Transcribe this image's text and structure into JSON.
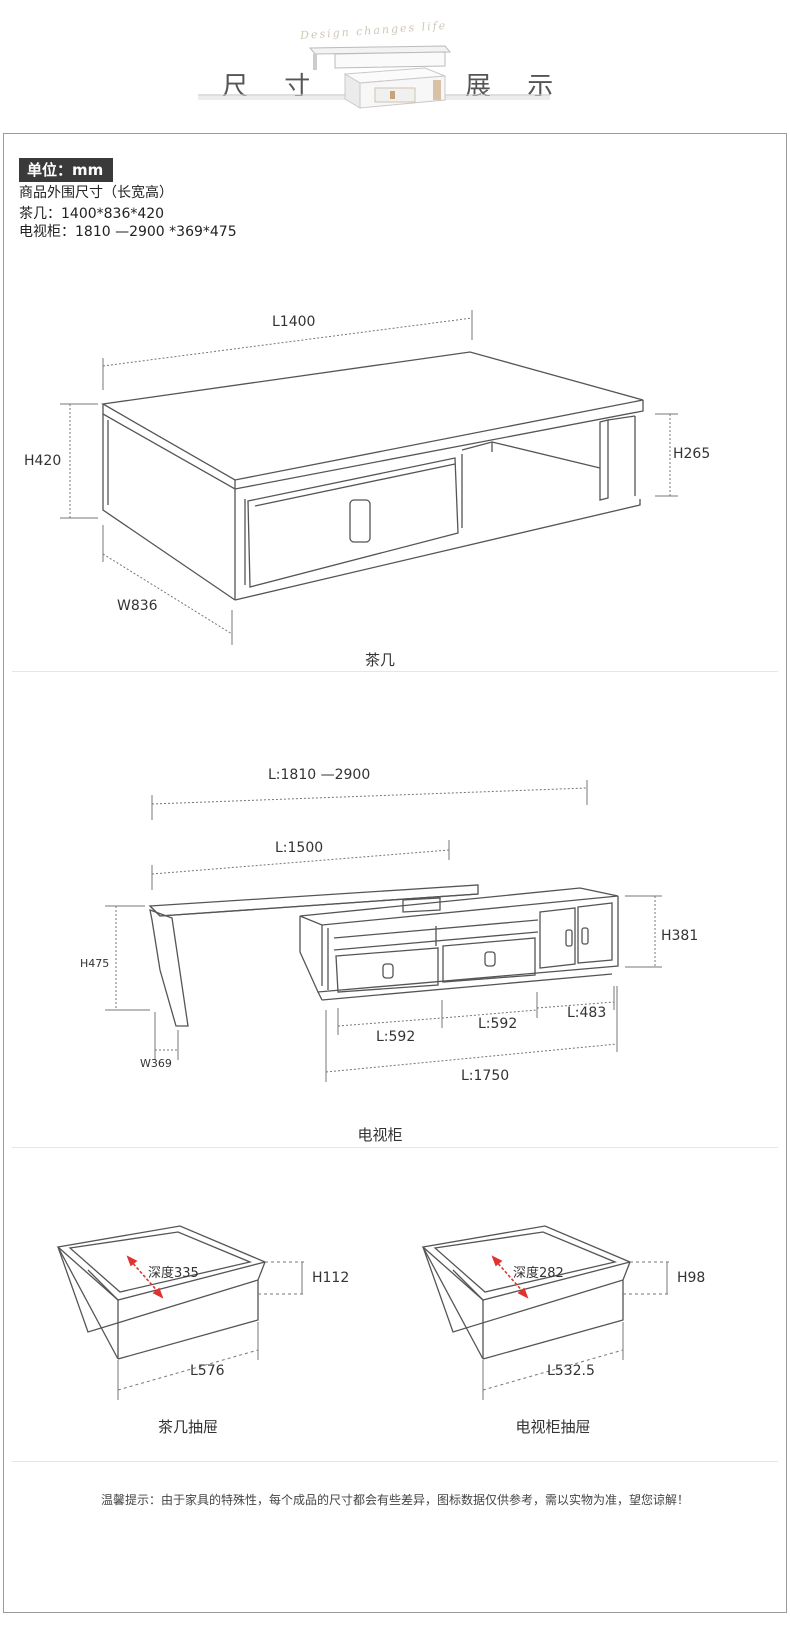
{
  "header": {
    "title_left": "尺 寸",
    "title_right": "展 示",
    "script_text": "Design changes life"
  },
  "specs": {
    "unit_label": "单位：mm",
    "outer_size_label": "商品外围尺寸（长宽高）",
    "tea_table_line": "茶几：1400*836*420",
    "tv_cabinet_line": "电视柜：1810 —2900 *369*475"
  },
  "tea_table": {
    "caption": "茶几",
    "dims": {
      "length": "L1400",
      "height": "H420",
      "width": "W836",
      "inner_height": "H265"
    }
  },
  "tv_cabinet": {
    "caption": "电视柜",
    "dims": {
      "length_range": "L:1810 —2900",
      "length_top": "L:1500",
      "height": "H475",
      "cabinet_height": "H381",
      "width": "W369",
      "seg1": "L:592",
      "seg2": "L:592",
      "seg3": "L:483",
      "base_length": "L:1750"
    }
  },
  "drawers": {
    "tea": {
      "caption": "茶几抽屉",
      "depth": "深度335",
      "height": "H112",
      "length": "L576"
    },
    "tv": {
      "caption": "电视柜抽屉",
      "depth": "深度282",
      "height": "H98",
      "length": "L532.5"
    }
  },
  "note": "温馨提示：由于家具的特殊性，每个成品的尺寸都会有些差异，图标数据仅供参考，需以实物为准，望您谅解！",
  "colors": {
    "line": "#555555",
    "dim": "#777777",
    "arrow": "#e0332f",
    "badge": "#3a3a3a"
  }
}
